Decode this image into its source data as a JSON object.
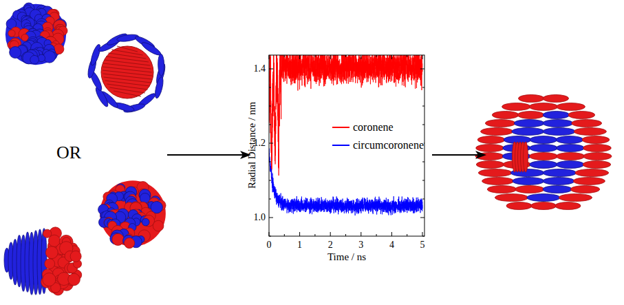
{
  "diagram": {
    "labels": [
      "OR",
      "Radial Distance / nm",
      "Time / ns",
      "1.4",
      "1.2",
      "1.0",
      "0",
      "1",
      "2",
      "3",
      "4",
      "5"
    ],
    "legend": [
      {
        "text": "coronene"
      },
      {
        "text": "circumcoronene"
      }
    ]
  }
}
